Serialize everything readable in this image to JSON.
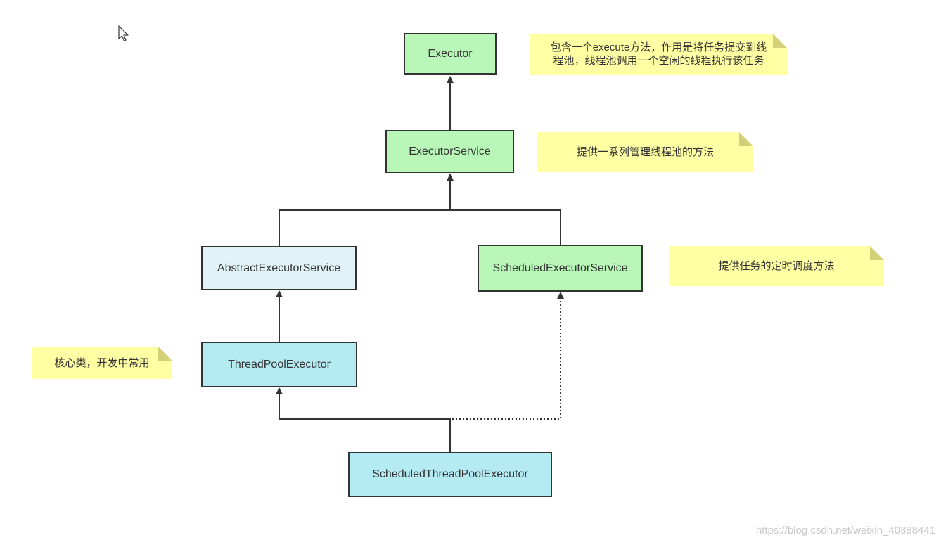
{
  "nodes": {
    "executor": "Executor",
    "executor_service": "ExecutorService",
    "abstract_executor_service": "AbstractExecutorService",
    "scheduled_executor_service": "ScheduledExecutorService",
    "thread_pool_executor": "ThreadPoolExecutor",
    "scheduled_thread_pool_executor": "ScheduledThreadPoolExecutor"
  },
  "notes": {
    "executor_line1": "包含一个execute方法，作用是将任务提交到线",
    "executor_line2": "程池，线程池调用一个空闲的线程执行该任务",
    "executor_service": "提供一系列管理线程池的方法",
    "scheduled_executor_service": "提供任务的定时调度方法",
    "thread_pool_executor": "核心类，开发中常用"
  },
  "watermark": "https://blog.csdn.net/weixin_40388441",
  "colors": {
    "interface_fill": "#b9f7b9",
    "abstract_fill": "#e1f3f7",
    "class_fill": "#b4eaf2",
    "note_fill": "#ffffa3",
    "line": "#333333"
  },
  "icons": {
    "cursor": "mouse-pointer-icon"
  }
}
